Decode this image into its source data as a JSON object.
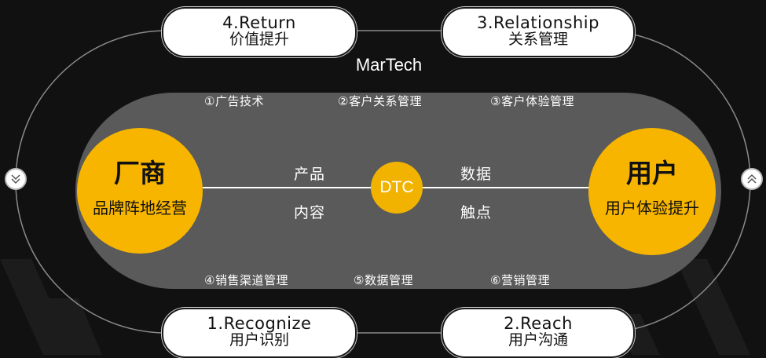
{
  "colors": {
    "background": "#111111",
    "track": "#5a5a5a",
    "accent": "#f7b500"
  },
  "martech_label": "MarTech",
  "pills": {
    "return": {
      "en": "4.Return",
      "cn": "价值提升"
    },
    "relationship": {
      "en": "3.Relationship",
      "cn": "关系管理"
    },
    "recognize": {
      "en": "1.Recognize",
      "cn": "用户识别"
    },
    "reach": {
      "en": "2.Reach",
      "cn": "用户沟通"
    }
  },
  "steps_top": [
    "①广告技术",
    "②客户关系管理",
    "③客户体验管理"
  ],
  "steps_bottom": [
    "④销售渠道管理",
    "⑤数据管理",
    "⑥营销管理"
  ],
  "left_circle": {
    "title": "厂商",
    "subtitle": "品牌阵地经营"
  },
  "right_circle": {
    "title": "用户",
    "subtitle": "用户体验提升"
  },
  "center": {
    "label": "DTC",
    "top_left": "产品",
    "bottom_left": "内容",
    "top_right": "数据",
    "bottom_right": "触点"
  },
  "side_buttons": {
    "left_icon": "chevron-double-down-icon",
    "right_icon": "chevron-double-up-icon"
  }
}
